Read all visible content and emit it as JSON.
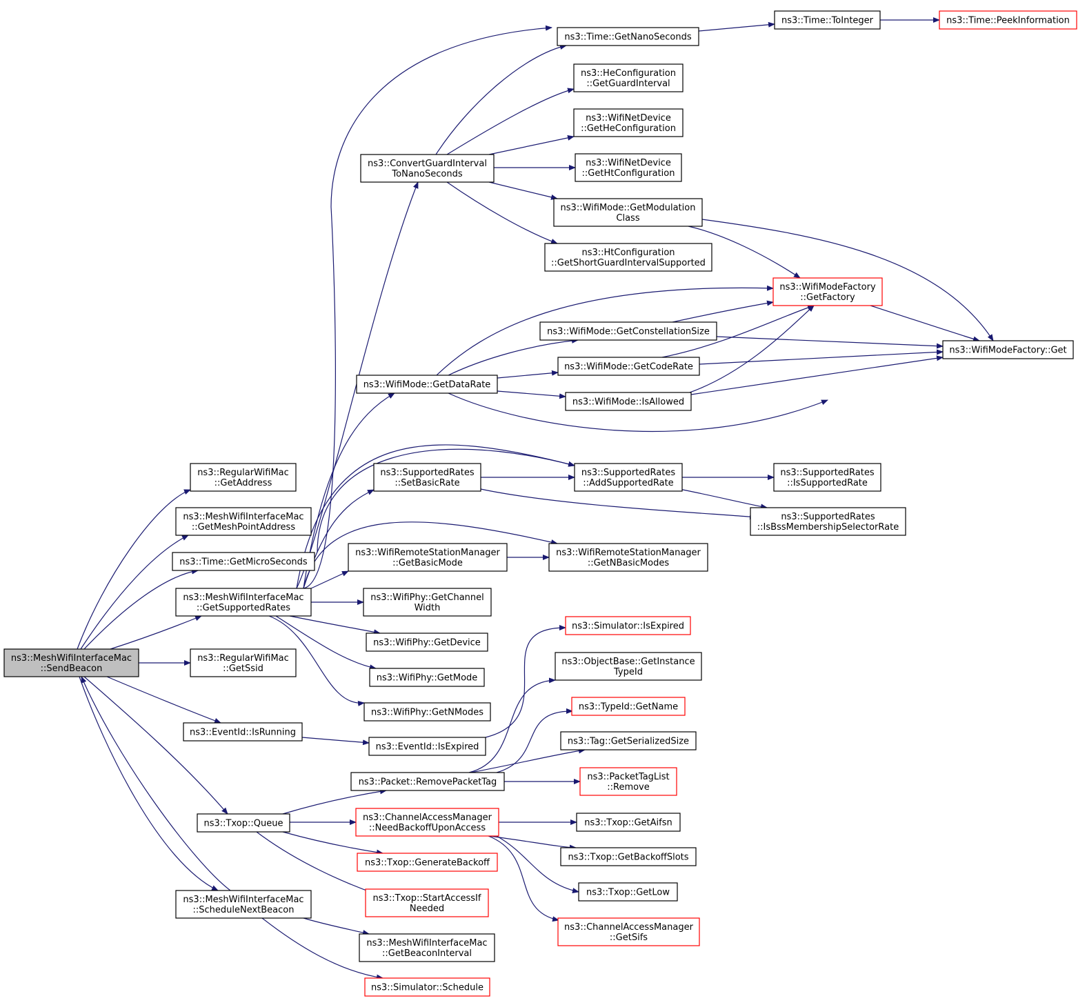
{
  "colors": {
    "edge": "#191970",
    "border_normal": "#000000",
    "border_truncated": "#ff0000",
    "root_fill": "#bfbfbf",
    "fill": "#ffffff"
  },
  "nodes": {
    "n0": {
      "lines": [
        "ns3::MeshWifiInterfaceMac",
        "::SendBeacon"
      ],
      "kind": "root"
    },
    "n1": {
      "lines": [
        "ns3::RegularWifiMac",
        "::GetAddress"
      ],
      "kind": "normal"
    },
    "n2": {
      "lines": [
        "ns3::MeshWifiInterfaceMac",
        "::GetMeshPointAddress"
      ],
      "kind": "normal"
    },
    "n3": {
      "lines": [
        "ns3::Time::GetMicroSeconds"
      ],
      "kind": "normal"
    },
    "n4": {
      "lines": [
        "ns3::MeshWifiInterfaceMac",
        "::GetSupportedRates"
      ],
      "kind": "normal"
    },
    "n5": {
      "lines": [
        "ns3::RegularWifiMac",
        "::GetSsid"
      ],
      "kind": "normal"
    },
    "n6": {
      "lines": [
        "ns3::EventId::IsRunning"
      ],
      "kind": "normal"
    },
    "n7": {
      "lines": [
        "ns3::Txop::Queue"
      ],
      "kind": "normal"
    },
    "n8": {
      "lines": [
        "ns3::MeshWifiInterfaceMac",
        "::ScheduleNextBeacon"
      ],
      "kind": "normal"
    },
    "n9": {
      "lines": [
        "ns3::ConvertGuardInterval",
        "ToNanoSeconds"
      ],
      "kind": "normal"
    },
    "n10": {
      "lines": [
        "ns3::WifiMode::GetDataRate"
      ],
      "kind": "normal"
    },
    "n11": {
      "lines": [
        "ns3::SupportedRates",
        "::SetBasicRate"
      ],
      "kind": "normal"
    },
    "n12": {
      "lines": [
        "ns3::WifiRemoteStationManager",
        "::GetBasicMode"
      ],
      "kind": "normal"
    },
    "n13": {
      "lines": [
        "ns3::WifiPhy::GetChannel",
        "Width"
      ],
      "kind": "normal"
    },
    "n14": {
      "lines": [
        "ns3::WifiPhy::GetDevice"
      ],
      "kind": "normal"
    },
    "n15": {
      "lines": [
        "ns3::WifiPhy::GetMode"
      ],
      "kind": "normal"
    },
    "n16": {
      "lines": [
        "ns3::WifiPhy::GetNModes"
      ],
      "kind": "normal"
    },
    "n17": {
      "lines": [
        "ns3::EventId::IsExpired"
      ],
      "kind": "normal"
    },
    "n18": {
      "lines": [
        "ns3::Packet::RemovePacketTag"
      ],
      "kind": "normal"
    },
    "n19": {
      "lines": [
        "ns3::ChannelAccessManager",
        "::NeedBackoffUponAccess"
      ],
      "kind": "truncated"
    },
    "n20": {
      "lines": [
        "ns3::Txop::GenerateBackoff"
      ],
      "kind": "truncated"
    },
    "n21": {
      "lines": [
        "ns3::Txop::StartAccessIf",
        "Needed"
      ],
      "kind": "truncated"
    },
    "n22": {
      "lines": [
        "ns3::MeshWifiInterfaceMac",
        "::GetBeaconInterval"
      ],
      "kind": "normal"
    },
    "n23": {
      "lines": [
        "ns3::Simulator::Schedule"
      ],
      "kind": "truncated"
    },
    "n24": {
      "lines": [
        "ns3::Time::GetNanoSeconds"
      ],
      "kind": "normal"
    },
    "n25": {
      "lines": [
        "ns3::HeConfiguration",
        "::GetGuardInterval"
      ],
      "kind": "normal"
    },
    "n26": {
      "lines": [
        "ns3::WifiNetDevice",
        "::GetHeConfiguration"
      ],
      "kind": "normal"
    },
    "n27": {
      "lines": [
        "ns3::WifiNetDevice",
        "::GetHtConfiguration"
      ],
      "kind": "normal"
    },
    "n28": {
      "lines": [
        "ns3::WifiMode::GetModulation",
        "Class"
      ],
      "kind": "normal"
    },
    "n29": {
      "lines": [
        "ns3::HtConfiguration",
        "::GetShortGuardIntervalSupported"
      ],
      "kind": "normal"
    },
    "n30": {
      "lines": [
        "ns3::WifiMode::GetConstellationSize"
      ],
      "kind": "normal"
    },
    "n31": {
      "lines": [
        "ns3::WifiMode::GetCodeRate"
      ],
      "kind": "normal"
    },
    "n32": {
      "lines": [
        "ns3::WifiMode::IsAllowed"
      ],
      "kind": "normal"
    },
    "n33": {
      "lines": [
        "ns3::SupportedRates",
        "::AddSupportedRate"
      ],
      "kind": "normal"
    },
    "n34": {
      "lines": [
        "ns3::WifiRemoteStationManager",
        "::GetNBasicModes"
      ],
      "kind": "normal"
    },
    "n35": {
      "lines": [
        "ns3::Simulator::IsExpired"
      ],
      "kind": "truncated"
    },
    "n36": {
      "lines": [
        "ns3::ObjectBase::GetInstance",
        "TypeId"
      ],
      "kind": "normal"
    },
    "n37": {
      "lines": [
        "ns3::TypeId::GetName"
      ],
      "kind": "truncated"
    },
    "n38": {
      "lines": [
        "ns3::Tag::GetSerializedSize"
      ],
      "kind": "normal"
    },
    "n39": {
      "lines": [
        "ns3::PacketTagList",
        "::Remove"
      ],
      "kind": "truncated"
    },
    "n40": {
      "lines": [
        "ns3::Txop::GetAifsn"
      ],
      "kind": "normal"
    },
    "n41": {
      "lines": [
        "ns3::Txop::GetBackoffSlots"
      ],
      "kind": "normal"
    },
    "n42": {
      "lines": [
        "ns3::Txop::GetLow"
      ],
      "kind": "normal"
    },
    "n43": {
      "lines": [
        "ns3::ChannelAccessManager",
        "::GetSifs"
      ],
      "kind": "truncated"
    },
    "n44": {
      "lines": [
        "ns3::Time::ToInteger"
      ],
      "kind": "normal"
    },
    "n45": {
      "lines": [
        "ns3::WifiModeFactory",
        "::GetFactory"
      ],
      "kind": "truncated"
    },
    "n46": {
      "lines": [
        "ns3::WifiModeFactory::Get"
      ],
      "kind": "normal"
    },
    "n47": {
      "lines": [
        "ns3::SupportedRates",
        "::IsSupportedRate"
      ],
      "kind": "normal"
    },
    "n48": {
      "lines": [
        "ns3::SupportedRates",
        "::IsBssMembershipSelectorRate"
      ],
      "kind": "normal"
    },
    "n49": {
      "lines": [
        "ns3::Time::PeekInformation"
      ],
      "kind": "truncated"
    }
  },
  "edges": [
    [
      "n0",
      "n1"
    ],
    [
      "n0",
      "n2"
    ],
    [
      "n0",
      "n3"
    ],
    [
      "n0",
      "n4"
    ],
    [
      "n0",
      "n5"
    ],
    [
      "n0",
      "n6"
    ],
    [
      "n0",
      "n7"
    ],
    [
      "n0",
      "n8"
    ],
    [
      "n8",
      "n0"
    ],
    [
      "n8",
      "n22"
    ],
    [
      "n8",
      "n23"
    ],
    [
      "n4",
      "n9"
    ],
    [
      "n4",
      "n10"
    ],
    [
      "n4",
      "n11"
    ],
    [
      "n4",
      "n12"
    ],
    [
      "n4",
      "n13"
    ],
    [
      "n4",
      "n14"
    ],
    [
      "n4",
      "n15"
    ],
    [
      "n4",
      "n16"
    ],
    [
      "n4",
      "n33"
    ],
    [
      "n4",
      "n34"
    ],
    [
      "n4",
      "n44"
    ],
    [
      "n3",
      "n33"
    ],
    [
      "n9",
      "n24"
    ],
    [
      "n9",
      "n25"
    ],
    [
      "n9",
      "n26"
    ],
    [
      "n9",
      "n27"
    ],
    [
      "n9",
      "n28"
    ],
    [
      "n9",
      "n29"
    ],
    [
      "n24",
      "n44"
    ],
    [
      "n44",
      "n49"
    ],
    [
      "n28",
      "n45"
    ],
    [
      "n28",
      "n46"
    ],
    [
      "n10",
      "n45"
    ],
    [
      "n10",
      "n30"
    ],
    [
      "n10",
      "n31"
    ],
    [
      "n10",
      "n32"
    ],
    [
      "n10",
      "n46"
    ],
    [
      "n30",
      "n45"
    ],
    [
      "n30",
      "n46"
    ],
    [
      "n31",
      "n45"
    ],
    [
      "n31",
      "n46"
    ],
    [
      "n32",
      "n45"
    ],
    [
      "n32",
      "n46"
    ],
    [
      "n45",
      "n46"
    ],
    [
      "n11",
      "n33"
    ],
    [
      "n11",
      "n48"
    ],
    [
      "n33",
      "n47"
    ],
    [
      "n33",
      "n48"
    ],
    [
      "n12",
      "n34"
    ],
    [
      "n6",
      "n17"
    ],
    [
      "n17",
      "n35"
    ],
    [
      "n7",
      "n18"
    ],
    [
      "n7",
      "n19"
    ],
    [
      "n7",
      "n20"
    ],
    [
      "n7",
      "n21"
    ],
    [
      "n18",
      "n36"
    ],
    [
      "n18",
      "n37"
    ],
    [
      "n18",
      "n38"
    ],
    [
      "n18",
      "n39"
    ],
    [
      "n19",
      "n40"
    ],
    [
      "n19",
      "n41"
    ],
    [
      "n19",
      "n42"
    ],
    [
      "n19",
      "n43"
    ]
  ]
}
